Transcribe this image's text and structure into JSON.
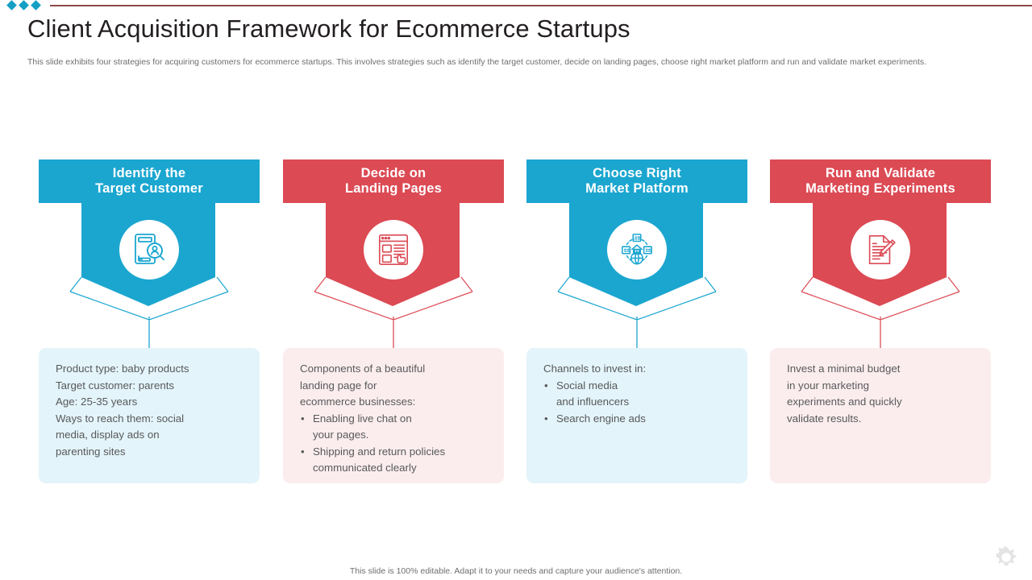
{
  "decor": {
    "diamond_color": "#169FC4",
    "rule_color": "#8E4A4A",
    "diamond_count": 3
  },
  "header": {
    "title": "Client Acquisition Framework for Ecommerce Startups",
    "subtitle": "This slide exhibits four strategies for acquiring customers for ecommerce startups. This involves strategies such as identify the target customer, decide on landing pages, choose right market platform and run and validate market experiments."
  },
  "theme": {
    "teal": "#1BA6D0",
    "red": "#DC4A54",
    "note_blue_bg": "#E3F4FA",
    "note_pink_bg": "#FBEDEE",
    "body_text": "#58595b",
    "subtitle_text": "#6d6e71",
    "title_text": "#231f20"
  },
  "steps": [
    {
      "id": "identify-target-customer",
      "accent": "teal",
      "color": "#1BA6D0",
      "title_line1": "Identify the",
      "title_line2": "Target Customer",
      "icon": "user-search-mobile-icon",
      "note_bg": "#E3F4FA",
      "note": {
        "lead": "Product type: baby products\nTarget customer:  parents\nAge: 25-35  years\nWays to reach them:  social\nmedia,  display  ads  on\nparenting  sites",
        "bullets": []
      }
    },
    {
      "id": "decide-on-landing-pages",
      "accent": "red",
      "color": "#DC4A54",
      "title_line1": "Decide on",
      "title_line2": "Landing Pages",
      "icon": "landing-page-click-icon",
      "note_bg": "#FBEDEE",
      "note": {
        "lead": "Components  of a beautiful\nlanding  page  for\necommerce  businesses:",
        "bullets": [
          "Enabling  live  chat  on\nyour pages.",
          "Shipping  and  return  policies\ncommunicated  clearly"
        ]
      }
    },
    {
      "id": "choose-right-market-platform",
      "accent": "teal",
      "color": "#1BA6D0",
      "title_line1": "Choose Right",
      "title_line2": "Market Platform",
      "icon": "global-marketplace-icon",
      "note_bg": "#E3F4FA",
      "note": {
        "lead": "Channels  to invest  in:",
        "bullets": [
          "Social media\nand  influencers",
          "Search  engine  ads"
        ]
      }
    },
    {
      "id": "run-and-validate-marketing-experiments",
      "accent": "red",
      "color": "#DC4A54",
      "title_line1": "Run and Validate",
      "title_line2": "Marketing Experiments",
      "icon": "document-pencil-icon",
      "note_bg": "#FBEDEE",
      "note": {
        "lead": "Invest  a minimal  budget\nin your marketing\nexperiments  and  quickly\nvalidate  results.",
        "bullets": []
      }
    }
  ],
  "footer": {
    "note": "This slide is 100% editable. Adapt it to your needs and capture your audience's attention.",
    "icon": "gear-icon"
  }
}
